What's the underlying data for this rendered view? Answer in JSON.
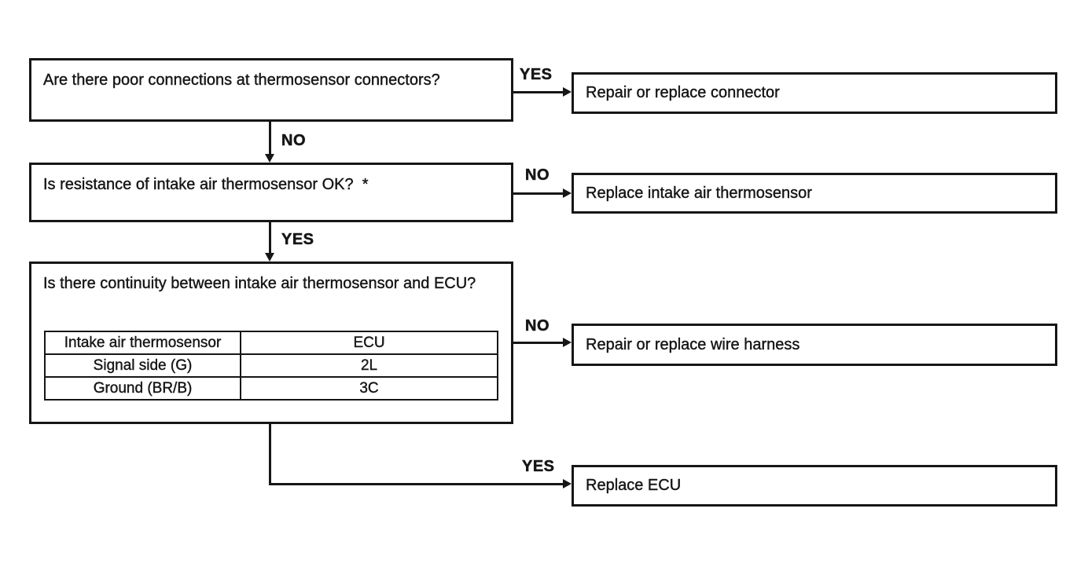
{
  "colors": {
    "ink": "#161616",
    "background": "#ffffff"
  },
  "branch_labels": {
    "yes": "YES",
    "no": "NO"
  },
  "questions": {
    "q1": {
      "text": "Are there poor connections at thermosensor connectors?"
    },
    "q2": {
      "text": "Is resistance of intake air thermosensor OK?  *"
    },
    "q3": {
      "text": "Is there continuity between intake air thermosensor and ECU?"
    }
  },
  "actions": {
    "a1": {
      "text": "Repair or replace connector"
    },
    "a2": {
      "text": "Replace intake air thermosensor"
    },
    "a3": {
      "text": "Repair or replace wire harness"
    },
    "a4": {
      "text": "Replace ECU"
    }
  },
  "q3_table": {
    "header": [
      "Intake air thermosensor",
      "ECU"
    ],
    "rows": [
      [
        "Signal side (G)",
        "2L"
      ],
      [
        "Ground (BR/B)",
        "3C"
      ]
    ]
  },
  "edges": [
    {
      "from": "q1",
      "label": "YES",
      "to": "a1"
    },
    {
      "from": "q1",
      "label": "NO",
      "to": "q2"
    },
    {
      "from": "q2",
      "label": "NO",
      "to": "a2"
    },
    {
      "from": "q2",
      "label": "YES",
      "to": "q3"
    },
    {
      "from": "q3",
      "label": "NO",
      "to": "a3"
    },
    {
      "from": "q3",
      "label": "YES",
      "to": "a4"
    }
  ]
}
